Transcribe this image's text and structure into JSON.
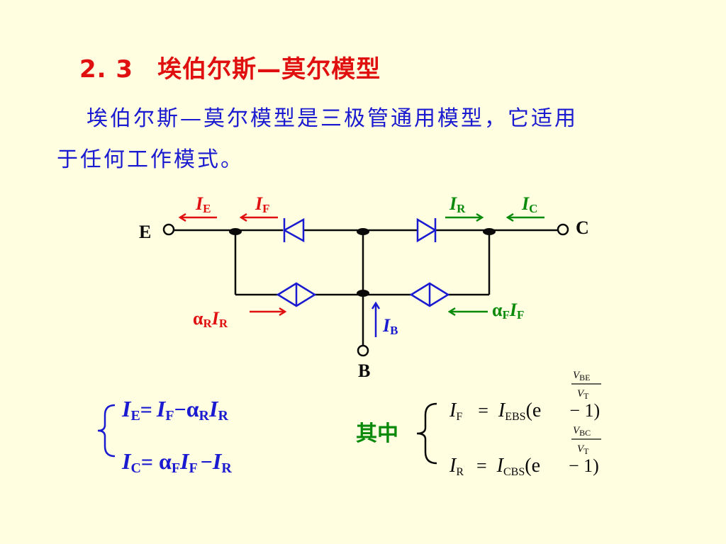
{
  "title": {
    "number": "2. 3",
    "text": "埃伯尔斯—莫尔模型"
  },
  "paragraph": {
    "line1": "埃伯尔斯—莫尔模型是三极管通用模型，它适用",
    "line2": "于任何工作模式。"
  },
  "circuit": {
    "terminal_e": "E",
    "terminal_c": "C",
    "terminal_b": "B",
    "current_ie": {
      "sym": "I",
      "sub": "E"
    },
    "current_if": {
      "sym": "I",
      "sub": "F"
    },
    "current_ir": {
      "sym": "I",
      "sub": "R"
    },
    "current_ic": {
      "sym": "I",
      "sub": "C"
    },
    "current_ib": {
      "sym": "I",
      "sub": "B"
    },
    "source_left": {
      "alpha": "α",
      "alpha_sub": "R",
      "sym": "I",
      "sub": "R"
    },
    "source_right": {
      "alpha": "α",
      "alpha_sub": "F",
      "sym": "I",
      "sub": "F"
    }
  },
  "equations_left": {
    "ie": {
      "lhs": "I",
      "lhs_sub": "E",
      "eq": "=",
      "t1": "I",
      "t1_sub": "F",
      "minus": "−",
      "alpha": "α",
      "alpha_sub": "R",
      "t2": "I",
      "t2_sub": "R"
    },
    "ic": {
      "lhs": "I",
      "lhs_sub": "C",
      "eq": "=",
      "alpha": "α",
      "alpha_sub": "F",
      "t1": "I",
      "t1_sub": "F",
      "minus": "−",
      "t2": "I",
      "t2_sub": "R"
    }
  },
  "equations_right": {
    "label": "其中",
    "if_eq": {
      "lhs": "I",
      "lhs_sub": "F",
      "eq": "=",
      "coef": "I",
      "coef_sub": "EBS",
      "open": "(e",
      "num": "V",
      "num_sub": "BE",
      "den": "V",
      "den_sub": "T",
      "tail": "− 1)"
    },
    "ir_eq": {
      "lhs": "I",
      "lhs_sub": "R",
      "eq": "=",
      "coef": "I",
      "coef_sub": "CBS",
      "open": "(e",
      "num": "V",
      "num_sub": "BC",
      "den": "V",
      "den_sub": "T",
      "tail": "− 1)"
    }
  },
  "colors": {
    "background": "#fffee0",
    "title": "#e01010",
    "text": "#1a1ad0",
    "circuit": "#0a0a0a",
    "green": "#0a8a0a",
    "red": "#e01010",
    "blue": "#1a1ad0"
  }
}
